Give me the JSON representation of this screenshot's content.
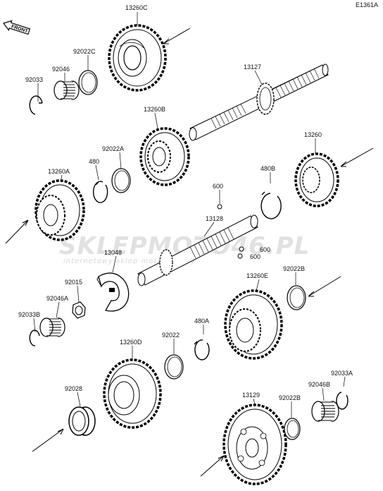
{
  "diagram": {
    "code": "E1361A",
    "front_label": "FRONT",
    "watermark": {
      "main": "SKLEPMOTO46.PL",
      "sub": "internetowy sklep motocyklowy"
    },
    "labels": {
      "p13260C": "13260C",
      "p92022C": "92022C",
      "p92046": "92046",
      "p92033": "92033",
      "p13127": "13127",
      "p13260B": "13260B",
      "p92022A": "92022A",
      "p480": "480",
      "p13260A": "13260A",
      "p13260": "13260",
      "p480B": "480B",
      "p600a": "600",
      "p600b": "600",
      "p600c": "600",
      "p13128": "13128",
      "p13048": "13048",
      "p92015": "92015",
      "p92046A": "92046A",
      "p92033B": "92033B",
      "p13260E": "13260E",
      "p92022B_top": "92022B",
      "p480A": "480A",
      "p92022": "92022",
      "p13260D": "13260D",
      "p92028": "92028",
      "p13129": "13129",
      "p92022B": "92022B",
      "p92046B": "92046B",
      "p92033A": "92033A"
    }
  }
}
